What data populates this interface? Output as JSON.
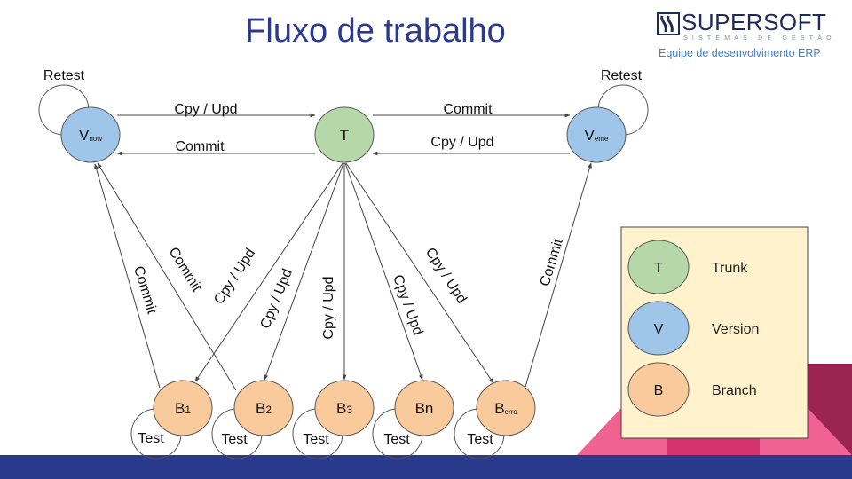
{
  "title": "Fluxo de trabalho",
  "logo": {
    "name": "SUPERSOFT",
    "tagline": "SISTEMAS DE GESTÃO",
    "team": "Equipe de desenvolvimento ERP"
  },
  "colors": {
    "title": "#2b3990",
    "trunk_fill": "#b6d7a8",
    "version_fill": "#9fc5e8",
    "branch_fill": "#f9cb9c",
    "legend_bg": "#fff2cc",
    "footer_bar": "#293a8c",
    "deco_pink": "#f06292",
    "deco_magenta": "#d6336c",
    "deco_maroon": "#9c2550"
  },
  "nodes": {
    "v_now": {
      "main": "V",
      "sub": "now",
      "type": "version",
      "loop_label": "Retest"
    },
    "trunk": {
      "main": "T",
      "sub": "",
      "type": "trunk"
    },
    "v_eme": {
      "main": "V",
      "sub": "eme",
      "type": "version",
      "loop_label": "Retest"
    },
    "b1": {
      "main": "B",
      "sub": "1",
      "type": "branch",
      "loop_label": "Test"
    },
    "b2": {
      "main": "B",
      "sub": "2",
      "type": "branch",
      "loop_label": "Test"
    },
    "b3": {
      "main": "B",
      "sub": "3",
      "type": "branch",
      "loop_label": "Test"
    },
    "bn": {
      "main": "Bn",
      "sub": "",
      "type": "branch",
      "loop_label": "Test"
    },
    "berro": {
      "main": "B",
      "sub": "erro",
      "type": "branch",
      "loop_label": "Test"
    }
  },
  "edges": [
    {
      "from": "v_now",
      "to": "trunk",
      "label": "Cpy / Upd"
    },
    {
      "from": "trunk",
      "to": "v_now",
      "label": "Commit"
    },
    {
      "from": "trunk",
      "to": "v_eme",
      "label": "Commit"
    },
    {
      "from": "v_eme",
      "to": "trunk",
      "label": "Cpy / Upd"
    },
    {
      "from": "b1",
      "to": "v_now",
      "label": "Commit"
    },
    {
      "from": "b2",
      "to": "v_now",
      "label": "Commit"
    },
    {
      "from": "trunk",
      "to": "b1",
      "label": "Cpy / Upd"
    },
    {
      "from": "trunk",
      "to": "b2",
      "label": "Cpy / Upd"
    },
    {
      "from": "trunk",
      "to": "b3",
      "label": "Cpy / Upd"
    },
    {
      "from": "trunk",
      "to": "bn",
      "label": "Cpy / Upd"
    },
    {
      "from": "trunk",
      "to": "berro",
      "label": "Cpy / Upd"
    },
    {
      "from": "berro",
      "to": "v_eme",
      "label": "Commit"
    }
  ],
  "legend": [
    {
      "symbol": "T",
      "label": "Trunk",
      "type": "trunk"
    },
    {
      "symbol": "V",
      "label": "Version",
      "type": "version"
    },
    {
      "symbol": "B",
      "label": "Branch",
      "type": "branch"
    }
  ]
}
